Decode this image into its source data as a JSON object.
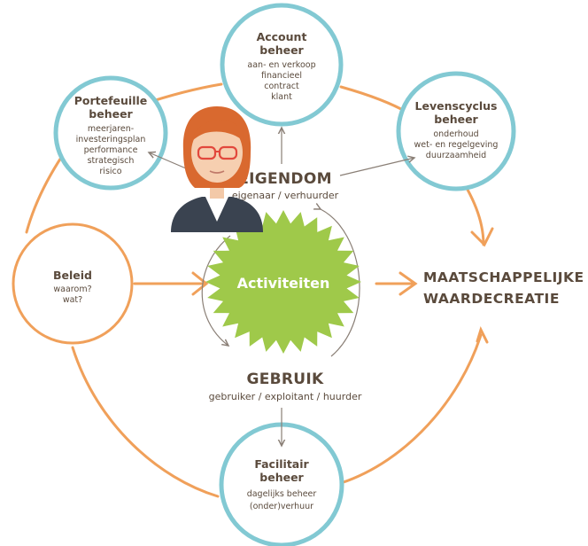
{
  "nodes": {
    "account": {
      "title_1": "Account",
      "title_2": "beheer",
      "lines": [
        "aan- en verkoop",
        "financieel",
        "contract",
        "klant"
      ]
    },
    "portefeuille": {
      "title_1": "Portefeuille",
      "title_2": "beheer",
      "lines": [
        "meerjaren-",
        "investeringsplan",
        "performance",
        "strategisch",
        "risico"
      ]
    },
    "levenscyclus": {
      "title_1": "Levenscyclus",
      "title_2": "beheer",
      "lines": [
        "onderhoud",
        "wet- en regelgeving",
        "duurzaamheid"
      ]
    },
    "beleid": {
      "title": "Beleid",
      "lines": [
        "waarom?",
        "wat?"
      ]
    },
    "facilitair": {
      "title_1": "Facilitair",
      "title_2": "beheer",
      "lines": [
        "dagelijks beheer",
        "(onder)verhuur"
      ]
    }
  },
  "eigendom": {
    "title": "EIGENDOM",
    "roles": "eigenaar / verhuurder"
  },
  "gebruik": {
    "title": "GEBRUIK",
    "roles": "gebruiker / exploitant / huurder"
  },
  "center": {
    "label": "Activiteiten"
  },
  "outcome": {
    "line_1": "MAATSCHAPPELIJKE",
    "line_2": "WAARDECREATIE"
  },
  "colors": {
    "circle_border": "#82c9d3",
    "orange": "#f0a05a",
    "green": "#9fc94a",
    "text": "#5a4a3c",
    "connector": "#8a7f76"
  }
}
